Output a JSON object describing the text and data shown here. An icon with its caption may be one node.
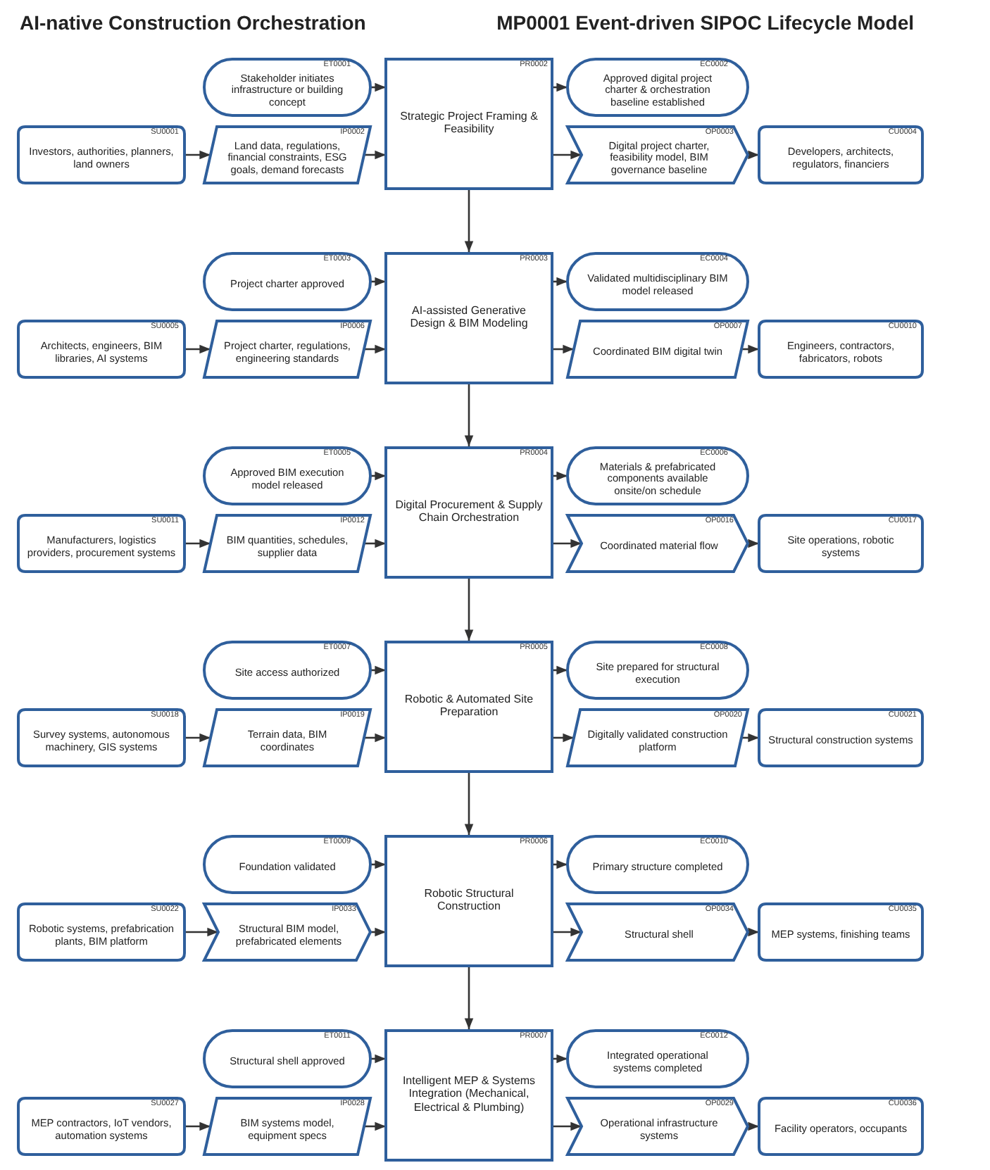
{
  "diagram": {
    "title": "MP0001 Event-driven SIPOC Lifecycle Model",
    "labels": [
      "AI-native Construction Orchestration"
    ],
    "nodes": [
      {
        "text": [
          "ET0001",
          "Stakeholder initiates infrastructure or building concept"
        ]
      },
      {
        "text": [
          "PR0002",
          "Strategic Project Framing & Feasibility"
        ]
      },
      {
        "text": [
          "EC0002",
          "Approved digital project charter & orchestration baseline established"
        ]
      },
      {
        "text": [
          "SU0001",
          "Investors, authorities, planners, land owners"
        ]
      },
      {
        "text": [
          "IP0002",
          "Land data, regulations, financial constraints, ESG goals, demand forecasts"
        ]
      },
      {
        "text": [
          "OP0003",
          "Digital project charter, feasibility model, BIM governance baseline"
        ]
      },
      {
        "text": [
          "CU0004",
          "Developers, architects, regulators, financiers"
        ]
      },
      {
        "text": [
          "ET0003",
          "Project charter approved"
        ]
      },
      {
        "text": [
          "PR0003",
          "AI-assisted Generative Design & BIM Modeling"
        ]
      },
      {
        "text": [
          "EC0004",
          "Validated multidisciplinary BIM model released"
        ]
      },
      {
        "text": [
          "SU0005",
          "Architects, engineers, BIM libraries, AI systems"
        ]
      },
      {
        "text": [
          "IP0006",
          "Project charter, regulations, engineering standards"
        ]
      },
      {
        "text": [
          "OP0007",
          "Coordinated BIM digital twin"
        ]
      },
      {
        "text": [
          "CU0010",
          "Engineers, contractors, fabricators, robots"
        ]
      },
      {
        "text": [
          "ET0005",
          "Approved BIM execution model released"
        ]
      },
      {
        "text": [
          "PR0004",
          "Digital Procurement & Supply Chain Orchestration"
        ]
      },
      {
        "text": [
          "EC0006",
          "Materials & prefabricated components available onsite/on schedule"
        ]
      },
      {
        "text": [
          "SU0011",
          "Manufacturers, logistics providers, procurement systems"
        ]
      },
      {
        "text": [
          "IP0012",
          "BIM quantities, schedules, supplier data"
        ]
      },
      {
        "text": [
          "OP0016",
          "Coordinated material flow"
        ]
      },
      {
        "text": [
          "CU0017",
          "Site operations, robotic systems"
        ]
      },
      {
        "text": [
          "ET0007",
          "Site access authorized"
        ]
      },
      {
        "text": [
          "PR0005",
          "Robotic & Automated Site Preparation"
        ]
      },
      {
        "text": [
          "EC0008",
          "Site prepared for structural execution"
        ]
      },
      {
        "text": [
          "SU0018",
          "Survey systems, autonomous machinery, GIS systems"
        ]
      },
      {
        "text": [
          "IP0019",
          "Terrain data, BIM coordinates"
        ]
      },
      {
        "text": [
          "OP0020",
          "Digitally validated construction platform"
        ]
      },
      {
        "text": [
          "CU0021",
          "Structural construction systems"
        ]
      },
      {
        "text": [
          "ET0009",
          "Foundation validated"
        ]
      },
      {
        "text": [
          "PR0006",
          "Robotic Structural Construction"
        ]
      },
      {
        "text": [
          "EC0010",
          "Primary structure completed"
        ]
      },
      {
        "text": [
          "SU0022",
          "Robotic systems, prefabrication plants, BIM platform"
        ]
      },
      {
        "text": [
          "IP0033",
          "Structural BIM model, prefabricated elements"
        ]
      },
      {
        "text": [
          "OP0034",
          "Structural shell"
        ]
      },
      {
        "text": [
          "CU0035",
          "MEP systems, finishing teams"
        ]
      },
      {
        "text": [
          "ET0011",
          "Structural shell approved"
        ]
      },
      {
        "text": [
          "PR0007",
          "Intelligent MEP & Systems Integration (Mechanical, Electrical & Plumbing)"
        ]
      },
      {
        "text": [
          "EC0012",
          "Integrated operational systems completed"
        ]
      },
      {
        "text": [
          "SU0027",
          "MEP contractors, IoT vendors, automation systems"
        ]
      },
      {
        "text": [
          "IP0028",
          "BIM systems model, equipment specs"
        ]
      },
      {
        "text": [
          "OP0029",
          "Operational infrastructure systems"
        ]
      },
      {
        "text": [
          "CU0036",
          "Facility operators, occupants"
        ]
      }
    ],
    "edges": [
      {
        "from": 0,
        "to": 1,
        "arrow": "to"
      },
      {
        "from": 1,
        "to": 2,
        "arrow": "to"
      },
      {
        "from": 3,
        "to": 4,
        "arrow": "to"
      },
      {
        "from": 4,
        "to": 1,
        "arrow": "to"
      },
      {
        "from": 1,
        "to": 5,
        "arrow": "to"
      },
      {
        "from": 5,
        "to": 6,
        "arrow": "to"
      },
      {
        "from": 1,
        "to": 8,
        "arrow": "to"
      },
      {
        "from": 7,
        "to": 8,
        "arrow": "to"
      },
      {
        "from": 8,
        "to": 9,
        "arrow": "to"
      },
      {
        "from": 10,
        "to": 11,
        "arrow": "to"
      },
      {
        "from": 11,
        "to": 8,
        "arrow": "to"
      },
      {
        "from": 8,
        "to": 12,
        "arrow": "to"
      },
      {
        "from": 12,
        "to": 13,
        "arrow": "to"
      },
      {
        "from": 8,
        "to": 15,
        "arrow": "to"
      },
      {
        "from": 14,
        "to": 15,
        "arrow": "to"
      },
      {
        "from": 15,
        "to": 16,
        "arrow": "to"
      },
      {
        "from": 17,
        "to": 18,
        "arrow": "to"
      },
      {
        "from": 18,
        "to": 15,
        "arrow": "to"
      },
      {
        "from": 15,
        "to": 19,
        "arrow": "to"
      },
      {
        "from": 19,
        "to": 20,
        "arrow": "to"
      },
      {
        "from": 15,
        "to": 22,
        "arrow": "to"
      },
      {
        "from": 21,
        "to": 22,
        "arrow": "to"
      },
      {
        "from": 22,
        "to": 23,
        "arrow": "to"
      },
      {
        "from": 24,
        "to": 25,
        "arrow": "to"
      },
      {
        "from": 25,
        "to": 22,
        "arrow": "to"
      },
      {
        "from": 22,
        "to": 26,
        "arrow": "to"
      },
      {
        "from": 26,
        "to": 27,
        "arrow": "to"
      },
      {
        "from": 22,
        "to": 29,
        "arrow": "to"
      },
      {
        "from": 28,
        "to": 29,
        "arrow": "to"
      },
      {
        "from": 29,
        "to": 30,
        "arrow": "to"
      },
      {
        "from": 31,
        "to": 32,
        "arrow": "to"
      },
      {
        "from": 32,
        "to": 29,
        "arrow": "to"
      },
      {
        "from": 29,
        "to": 33,
        "arrow": "to"
      },
      {
        "from": 33,
        "to": 34,
        "arrow": "to"
      },
      {
        "from": 29,
        "to": 36,
        "arrow": "to"
      },
      {
        "from": 35,
        "to": 36,
        "arrow": "to"
      },
      {
        "from": 36,
        "to": 37,
        "arrow": "to"
      },
      {
        "from": 38,
        "to": 39,
        "arrow": "to"
      },
      {
        "from": 39,
        "to": 36,
        "arrow": "to"
      },
      {
        "from": 36,
        "to": 40,
        "arrow": "to"
      },
      {
        "from": 40,
        "to": 41,
        "arrow": "to"
      }
    ]
  }
}
